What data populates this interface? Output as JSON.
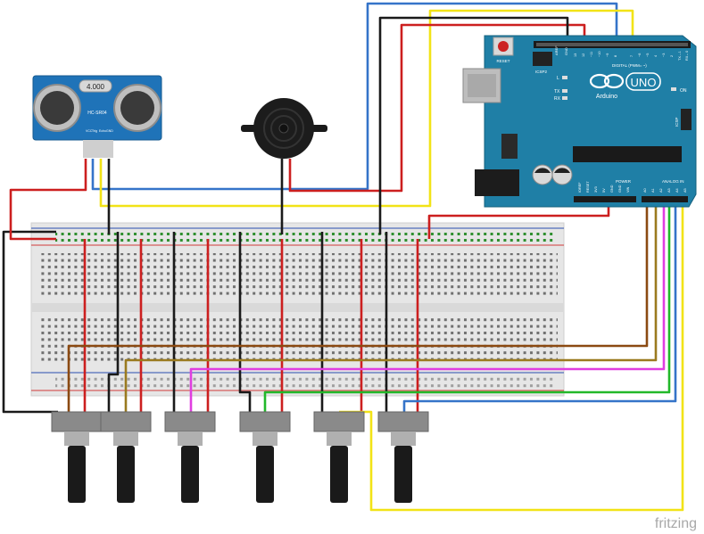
{
  "sensor": {
    "reading": "4.000",
    "model": "HC-SR04",
    "pins": [
      "VCC",
      "Trig",
      "Echo",
      "GND"
    ]
  },
  "arduino": {
    "brand": "Arduino",
    "model": "UNO",
    "reset_label": "RESET",
    "icsp2_label": "ICSP2",
    "icsp_label": "ICSP",
    "digital_label": "DIGITAL (PWM= ~)",
    "aref_label": "AREF",
    "gnd_label": "GND",
    "digital_pins": [
      "13",
      "12",
      "~11",
      "~10",
      "~9",
      "8",
      "7",
      "~6",
      "~5",
      "4",
      "~3",
      "2",
      "TX→1",
      "RX←0"
    ],
    "led_l": "L",
    "led_tx": "TX",
    "led_rx": "RX",
    "on_label": "ON",
    "power_label": "POWER",
    "analog_label": "ANALOG IN",
    "power_pins": [
      "IOREF",
      "RESET",
      "3V3",
      "5V",
      "GND",
      "GND",
      "VIN"
    ],
    "analog_pins": [
      "A0",
      "A1",
      "A2",
      "A3",
      "A4",
      "A5"
    ]
  },
  "footer": {
    "watermark": "fritzing"
  },
  "colors": {
    "red": "#cc1f1f",
    "black": "#1a1a1a",
    "blue": "#3574c9",
    "yellow": "#f2e316",
    "brown": "#8b4a12",
    "olive": "#9a7a1f",
    "magenta": "#e03ee0",
    "green": "#22b82a",
    "board": "#1f7fa6",
    "breadboard": "#e9e9e9"
  }
}
